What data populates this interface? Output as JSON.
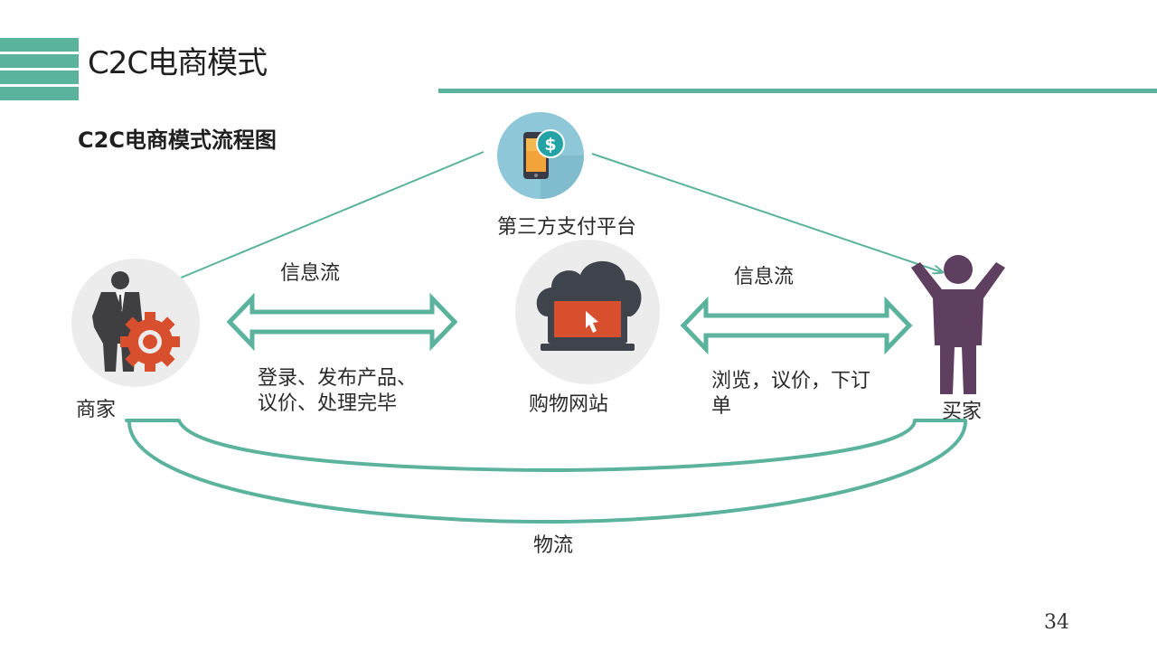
{
  "slide": {
    "title": "C2C电商模式",
    "subtitle": "C2C电商模式流程图",
    "page_number": "34"
  },
  "nodes": {
    "payment": {
      "label": "第三方支付平台",
      "icon": "phone-dollar-icon"
    },
    "seller": {
      "label": "商家",
      "icon": "businessman-gear-icon"
    },
    "website": {
      "label": "购物网站",
      "icon": "cloud-laptop-icon"
    },
    "buyer": {
      "label": "买家",
      "icon": "person-arms-up-icon"
    }
  },
  "flows": {
    "info_left": "信息流",
    "info_right": "信息流",
    "logistics": "物流"
  },
  "actions": {
    "seller_actions": "登录、发布产品、\n议价、处理完毕",
    "buyer_actions": "浏览，议价，下订\n单"
  },
  "colors": {
    "accent": "#5bb39e",
    "buyer_figure": "#5e3f5f",
    "seller_figure": "#3f3f42",
    "gear": "#d84f2d",
    "circle_bg": "#ececec"
  }
}
